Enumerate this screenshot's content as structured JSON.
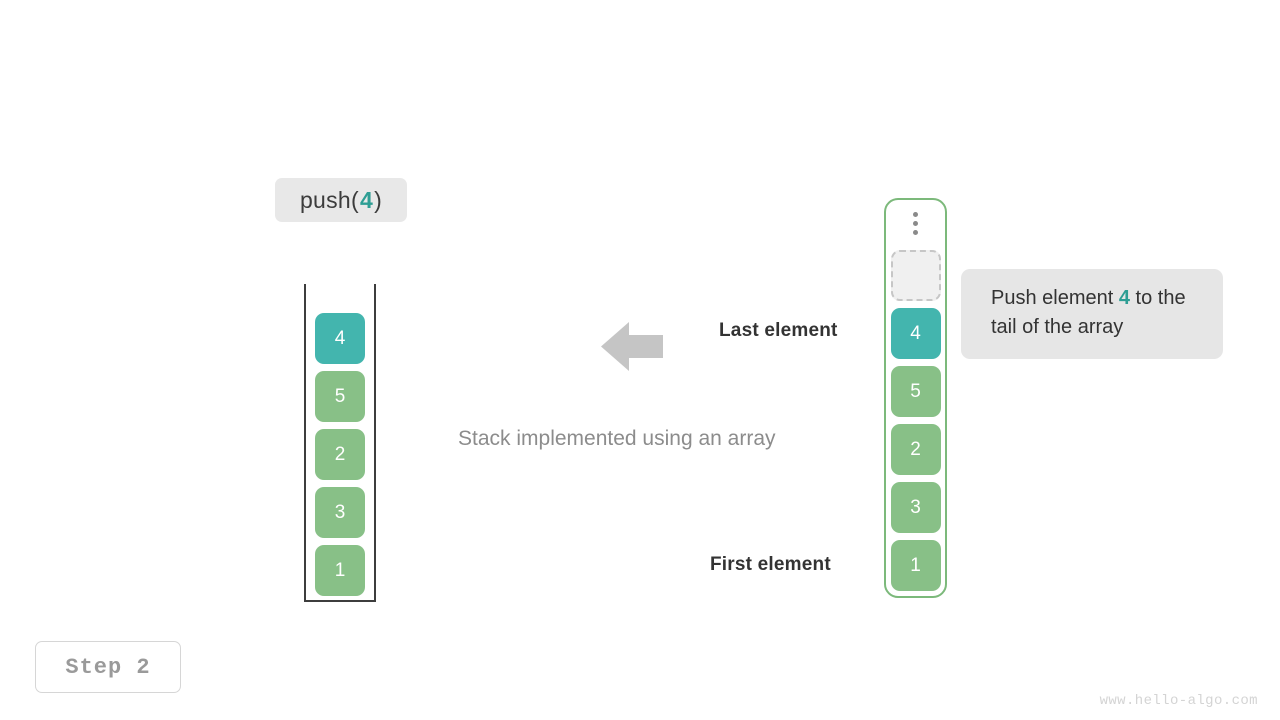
{
  "operation": {
    "prefix": "push(",
    "arg": "4",
    "suffix": ")"
  },
  "stack": {
    "title": "Stack implemented using an array",
    "cells": [
      {
        "value": "1",
        "color": "green"
      },
      {
        "value": "3",
        "color": "green"
      },
      {
        "value": "2",
        "color": "green"
      },
      {
        "value": "5",
        "color": "green"
      },
      {
        "value": "4",
        "color": "teal"
      }
    ]
  },
  "array": {
    "cells": [
      {
        "value": "1",
        "color": "green"
      },
      {
        "value": "3",
        "color": "green"
      },
      {
        "value": "2",
        "color": "green"
      },
      {
        "value": "5",
        "color": "green"
      },
      {
        "value": "4",
        "color": "teal"
      },
      {
        "value": "",
        "color": "empty"
      }
    ],
    "overflow_indicator": "vertical-ellipsis"
  },
  "callout": {
    "text_before": "Push element ",
    "arg": "4",
    "text_after": " to the tail of the array"
  },
  "labels": {
    "last_element": "Last element",
    "first_element": "First element"
  },
  "step": {
    "label": "Step 2"
  },
  "watermark": {
    "text": "www.hello-algo.com"
  },
  "colors": {
    "green": "#88c087",
    "teal": "#43b5ae",
    "chip_bg": "#e8e8e8",
    "callout_bg": "#e6e6e6",
    "arrow": "#c5c5c5",
    "container_border": "#7cb97b",
    "stack_wall": "#3d3d3d"
  }
}
